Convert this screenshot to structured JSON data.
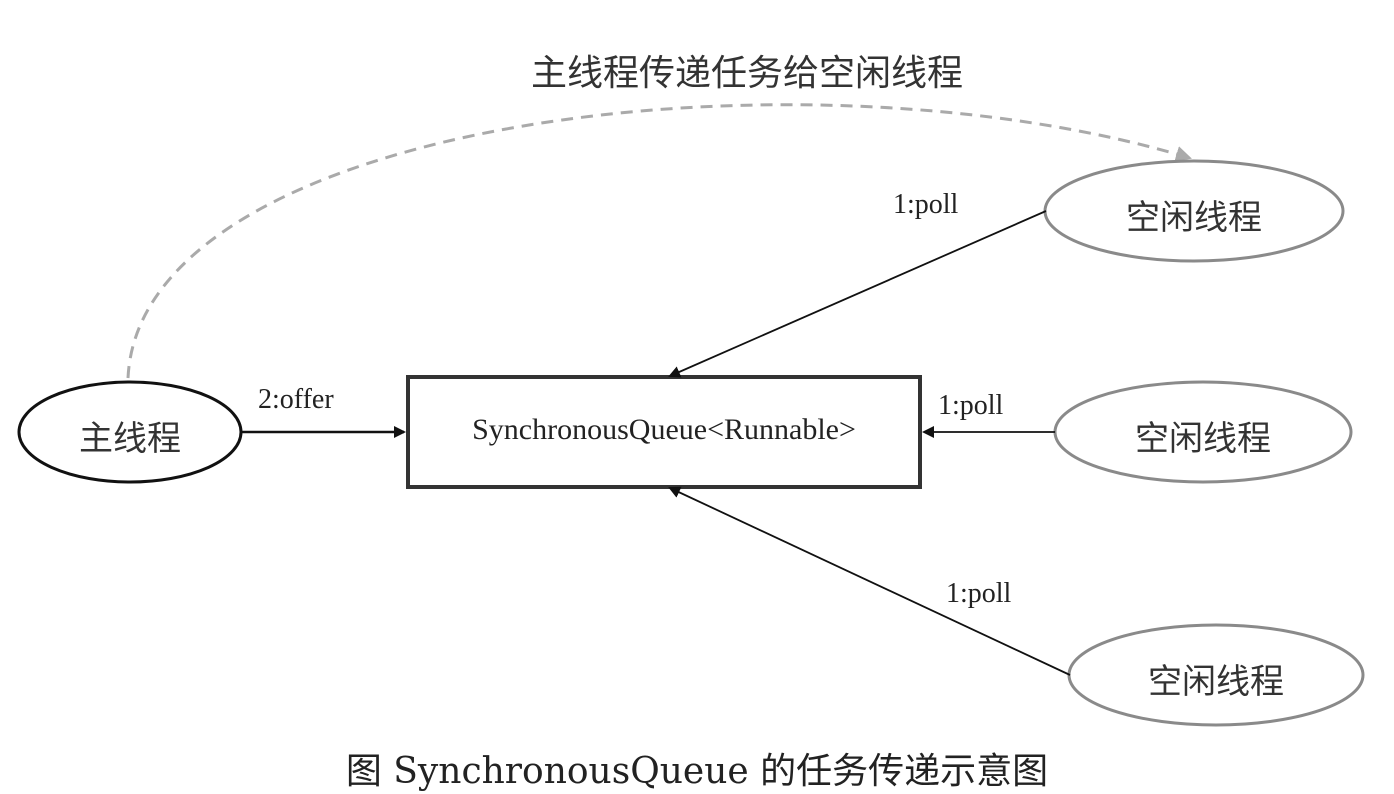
{
  "diagram": {
    "top_title": "主线程传递任务给空闲线程",
    "main_thread": "主线程",
    "queue": "SynchronousQueue<Runnable>",
    "offer_label": "2:offer",
    "idle_threads": [
      {
        "label": "空闲线程",
        "edge_label": "1:poll"
      },
      {
        "label": "空闲线程",
        "edge_label": "1:poll"
      },
      {
        "label": "空闲线程",
        "edge_label": "1:poll"
      }
    ],
    "caption": "图 SynchronousQueue 的任务传递示意图"
  },
  "colors": {
    "main_stroke": "#111111",
    "idle_stroke": "#8a8a8a",
    "dashed": "#aaaaaa",
    "box_stroke": "#333333"
  }
}
